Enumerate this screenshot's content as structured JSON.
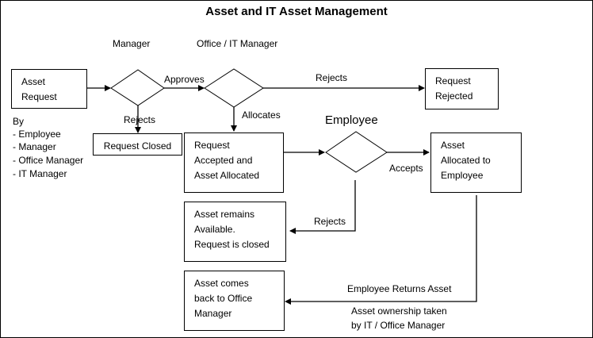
{
  "title": "Asset and IT Asset Management",
  "roles": {
    "manager": "Manager",
    "office_it_manager": "Office / IT Manager",
    "employee": "Employee"
  },
  "boxes": {
    "asset_request": "Asset\nRequest",
    "request_rejected": "Request\nRejected",
    "request_closed": "Request Closed",
    "accepted_allocated": "Request\nAccepted and\nAsset Allocated",
    "allocated_to_employee": "Asset\nAllocated to\nEmployee",
    "remains_available": "Asset remains\nAvailable.\nRequest is closed",
    "comes_back": "Asset comes\nback to Office\nManager"
  },
  "requesters": {
    "heading": "By",
    "items": [
      "- Employee",
      "- Manager",
      "- Office Manager",
      "- IT Manager"
    ]
  },
  "edges": {
    "approves": "Approves",
    "rejects_top": "Rejects",
    "rejects_manager": "Rejects",
    "allocates": "Allocates",
    "accepts": "Accepts",
    "rejects_employee": "Rejects",
    "employee_returns": "Employee Returns Asset",
    "ownership_line1": "Asset ownership taken",
    "ownership_line2": "by IT / Office Manager"
  }
}
